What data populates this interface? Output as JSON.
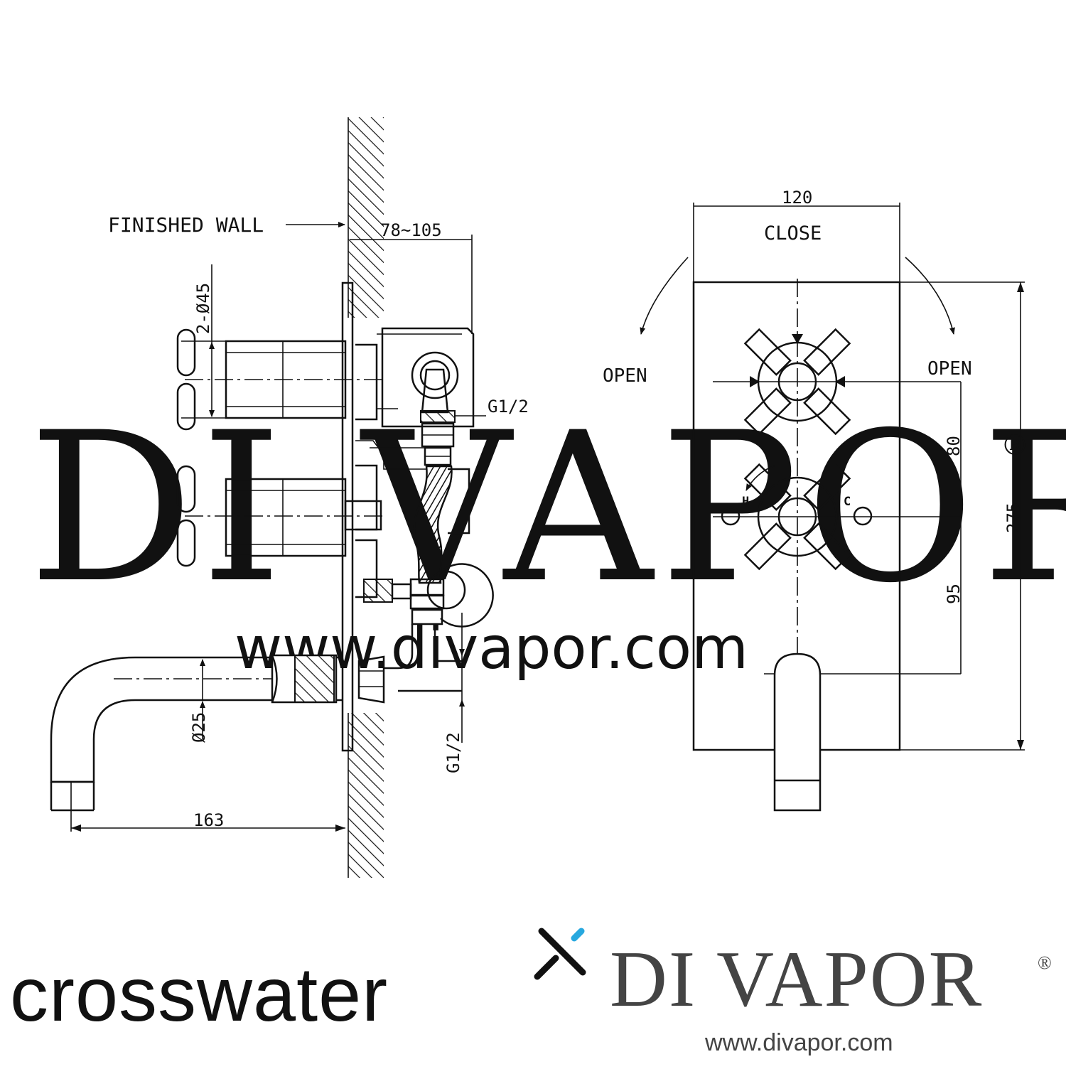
{
  "labels": {
    "finished_wall": "FINISHED  WALL",
    "depth": "78~105",
    "handle_dia": "2-Ø45",
    "inlet_top": "G1/2",
    "inlet_bottom": "G1/2",
    "spout_dia": "Ø25",
    "spout_reach": "163",
    "plate_width": "120",
    "close": "CLOSE",
    "open_left": "OPEN",
    "open_right": "OPEN",
    "spacing_upper": "80",
    "spacing_lower": "95",
    "plate_height": "275",
    "hot": "H",
    "cold": "C"
  },
  "watermark": {
    "name": "DI VAPOR",
    "reg": "®",
    "url": "www.divapor.com"
  },
  "footer": {
    "crosswater": "crosswater",
    "divapor": "DI VAPOR",
    "reg": "®",
    "url": "www.divapor.com"
  },
  "colors": {
    "line": "#111111",
    "crosswater_accent": "#27a8df",
    "watermark": "#d9d9d9",
    "divapor": "#444444"
  }
}
